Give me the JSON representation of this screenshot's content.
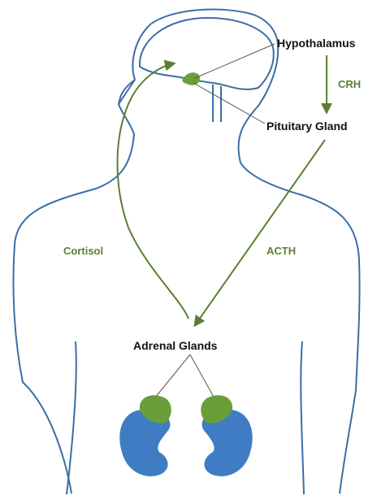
{
  "labels": {
    "hypothalamus": "Hypothalamus",
    "crh": "CRH",
    "pituitary": "Pituitary Gland",
    "cortisol": "Cortisol",
    "acth": "ACTH",
    "adrenal": "Adrenal Glands"
  },
  "colors": {
    "outline": "#3a6ea5",
    "arrow": "#5b7f32",
    "gland_green": "#6a9e3a",
    "kidney_blue": "#3f7cc3",
    "text": "#111111"
  }
}
